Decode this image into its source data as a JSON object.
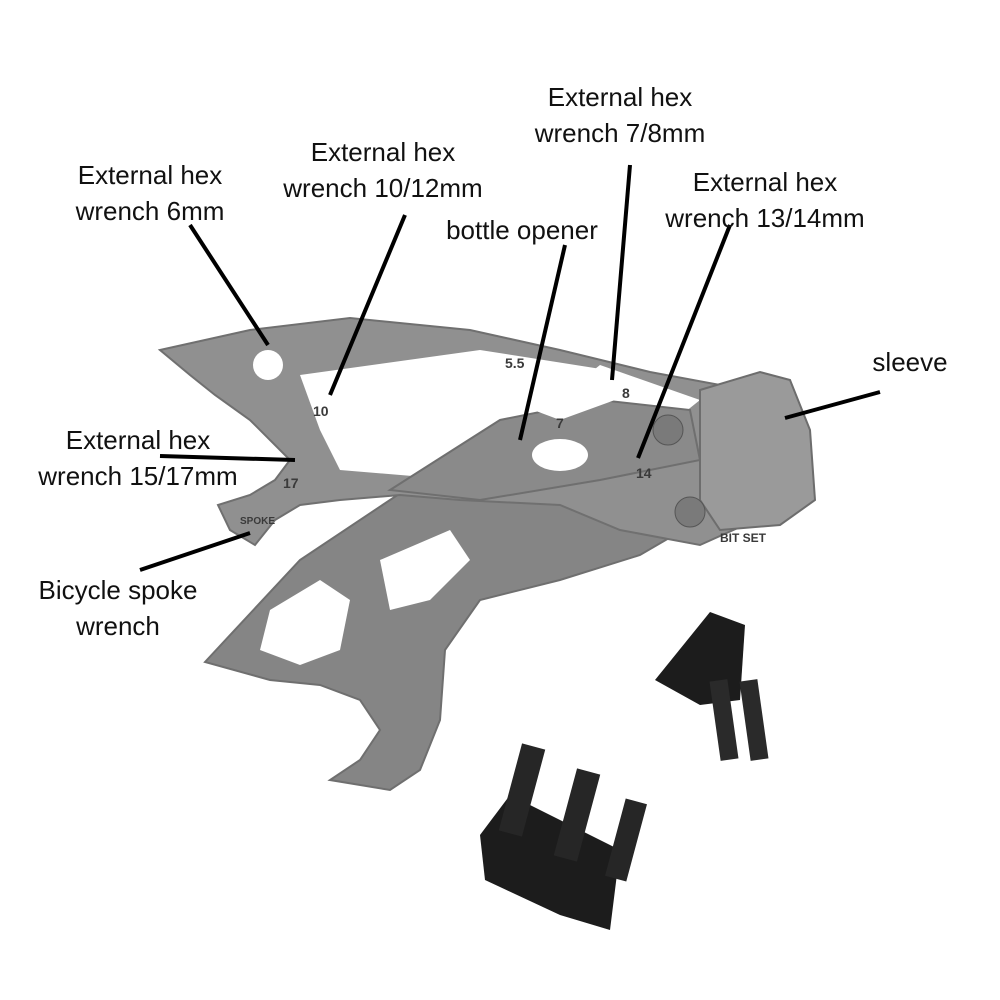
{
  "labels": {
    "hex6": {
      "line1": "External hex",
      "line2": "wrench 6mm"
    },
    "hex10_12": {
      "line1": "External hex",
      "line2": "wrench 10/12mm"
    },
    "bottle": {
      "line1": "bottle opener"
    },
    "hex7_8": {
      "line1": "External hex",
      "line2": "wrench 7/8mm"
    },
    "hex13_14": {
      "line1": "External hex",
      "line2": "wrench 13/14mm"
    },
    "sleeve": {
      "line1": "sleeve"
    },
    "hex15_17": {
      "line1": "External hex",
      "line2": "wrench 15/17mm"
    },
    "spoke": {
      "line1": "Bicycle spoke",
      "line2": "wrench"
    }
  },
  "engravings": {
    "e55": "5.5",
    "e8": "8",
    "e7": "7",
    "e10": "10",
    "e17": "17",
    "e14": "14",
    "spoke": "SPOKE",
    "bitset": "BIT SET"
  },
  "colors": {
    "tool": "#8c8c8c",
    "tool_dark": "#6f6f6f",
    "bits": "#1c1c1c",
    "leader": "#000000"
  }
}
